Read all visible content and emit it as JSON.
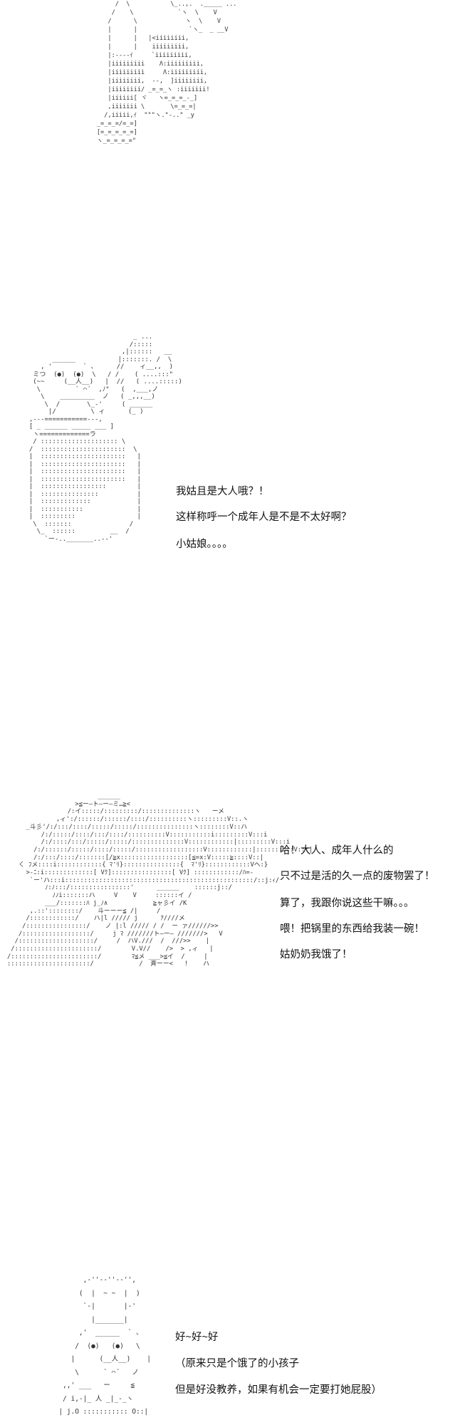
{
  "panels": [
    {
      "art": "          /  \\           \\_..,.  ._____ ...\n         /    \\            `ヽ  \\    V\n        /      \\             ヽ  \\    V\n        |      |              `ヽ_  _ __V\n        |      |   |<iiiiiiii,\n        |      |    iiiiiiiii,\n        |:----ｲ     `iiiiiiiii,\n        |iiiiiiiii    Λ:iiiiiiiii,\n        |iiiiiiiii     Λ:iiiiiiiii,\n        |iiiiiiii,  --,  ]iiiiiiii,\n        |iiiiiiii/ _=_=_ヽ :iiiiiii!\n        |iiiiii[ ヾ   ヽ=_=_=_-_]\n        ,iiiiiii \\       \\=_=_=|\n       /,iiiii,ｲ  \"\"\"ヽ.\"-..\" _y\n     _=_=_=/=_=]\n     [=_=_=_=_=]\n     ヽ_=_=_=_=\""
    },
    {
      "art": "                             _ ...\n                            /:::::\n                          ,|::::::   __\n        ______           |:::::::. /  \\\n     , '        ` 、     //    ィ__,,  )\n   ミつ  (●)  (●)  \\   / /    ( ....:::\"\n   (~~     (__人__)   |  //   ( ....:::::)\n    \\         ` ⌒´  ,ﾉ\"   (  ,___,ノ\n     \\    _________  ノ   ( _,,,__)\n      \\  /       \\_-'     ( ______\n       |/         \\ ィ      (_ )\n  ,---===========---,\n  [ _ ______ _____ ___ ]\n   ヽ=============ラ\n   / :::::::::::::::::::: \\\n  /  ::::::::::::::::::::::  \\\n  |  ::::::::::::::::::::::   |\n  |  ::::::::::::::::::::::   |\n  |  ::::::::::::::::::::::   |\n  |  ::::::::::::::::::::::   |\n  |  :::::::::::::::::        |\n  |  :::::::::::::::          |\n  |  :::::::::::::            |\n  |  :::::::::::              |\n  |  :::::::::                |\n   \\  :::::::               /\n    \\_  ::::::         __  /\n      `ー-.._______..--'",
      "lines": [
        "我姑且是大人哦？！",
        "这样称呼一个成年人是不是不太好啊？",
        "小姑娘。。。。"
      ]
    },
    {
      "art": "                        ______\n                  >≦ー―ト―ー―ミ…≧<\n                /:イ:::::/:::::::::/::::::::::::::ヽ   ーメ\n             ,ィ':/::::::/::::::/::::/::::::::::ヽ:::::::::V::.ヽ\n     _斗彡'/:/:::/::::/:::::/:::::/:::::::::::::::ヽ::::::::V::ハ\n         /:/:::::/::::/:::/::::/::::::::::V:::::::::::i:::::::::V:::i\n         /:/::::/:::/:::::/:::::/::::::::::::::V::::::::::::|:::::::::V:::i\n       /:/::::::/:::::/::::/:::::/::::::::::::::::::V::::::::::::|::::::::::V:::|\n       /:/:::/::::/:::::::[/≧x::::::::::::::::::[≦=x:V:::::≧::::V::|\n   く ﾌメ::::i::::::::::::{ ﾏ'ﾘ}:::::::::::::::{  ﾏ'ﾘ}::::::::::::Vヘ:}\n     >-ﾆ:i:::::::::::::[ Vｸ]::::::::::::::::[ Vｸ] ::::::::::::/ﾊ=-\n      `ー'ハ:::i::::::::::::::::::::::::::::::::::::::::::::::::::/::j:ｨ/\n          ﾉ:ﾉ:::/::::::::::::::::'      ______    ::::::j::/\n            ﾉﾉi:::::::ハ     V    V     ::::::イ /\n          ___/:::::::ﾊ j_ﾉ∧            ≧ャ彡イ /K\n      ,.::'::::::::/    斗ーーー≦ /|     /\n     /::::::::::::/    ハ|l ///// j      ｱ////メ\n    /::::::::::::::::/    ノ |:l ///// / /  ー ァ//////>>\n   /::::::::::::::::::/     j ﾏ ///////ト―ー― ///////>   V\n  /::::::::::::::::::::/     /  ハV.///  /  ///>>    |\n /::::::::::::::::::::::/        V.V//    />  > ,ィ   |\n/:::::::::::::::::::::::/        ﾏ≦メ ___>≦イ  /     |\n::::::::::::::::::::::/            /  斉ーー<   !    ハ",
      "lines": [
        "哈！大人、成年人什么的",
        "只不过是活的久一点的废物罢了！",
        "算了，我跟你说这些干嘛。。。",
        "喂！把锅里的东西给我装一碗！",
        "姑奶奶我饿了！"
      ]
    },
    {
      "art": "            ,-''‐-''‐-'',\n           (  |  ~ ~  |  )\n            `-|       |-'\n              |_______|\n           ,'  ______  ` 、\n          /  (●)   (●)   \\\n         |      (__人__)    |\n          \\      ` ⌒´   ノ\n       ,,' ___   ー     ≦\n       / i,-|_ 人 _|_-_ヽ\n      | j.O ::::::::::: O::|",
      "lines": [
        "好~好~好",
        "（原来只是个饿了的小孩子",
        "但是好没教养，如果有机会一定要打她屁股）"
      ]
    }
  ]
}
